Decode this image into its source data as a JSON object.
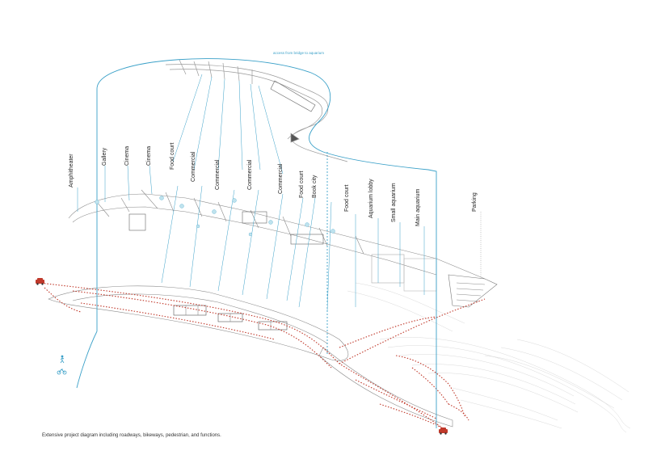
{
  "access_note": "access from bridge to aquarium",
  "caption": "Extensive project diagram including roadways, bikeways, pedestrian, and functions.",
  "labels": [
    {
      "id": "amphitheater",
      "text": "Amphitheater"
    },
    {
      "id": "gallery",
      "text": "Gallery"
    },
    {
      "id": "cinema-1",
      "text": "Cinema"
    },
    {
      "id": "cinema-2",
      "text": "Cinema"
    },
    {
      "id": "food-court-1",
      "text": "Food court"
    },
    {
      "id": "commercial-1",
      "text": "Commercial"
    },
    {
      "id": "commercial-2",
      "text": "Commercial"
    },
    {
      "id": "commercial-3",
      "text": "Commercial"
    },
    {
      "id": "commercial-4",
      "text": "Commercial"
    },
    {
      "id": "food-court-2",
      "text": "Food court"
    },
    {
      "id": "book-city",
      "text": "Book city"
    },
    {
      "id": "food-court-3",
      "text": "Food court"
    },
    {
      "id": "aquarium-lobby",
      "text": "Aquarium lobby"
    },
    {
      "id": "small-aquarium",
      "text": "Small aquarium"
    },
    {
      "id": "main-aquarium",
      "text": "Main aquarium"
    },
    {
      "id": "parking",
      "text": "Parking"
    }
  ],
  "colors": {
    "roadway": "#c0392b",
    "pedestrian": "#3aa0c8",
    "structure": "#9a9a9a",
    "leader": "#555555"
  },
  "icons": [
    "car-icon",
    "pedestrian-icon",
    "bicycle-icon"
  ]
}
